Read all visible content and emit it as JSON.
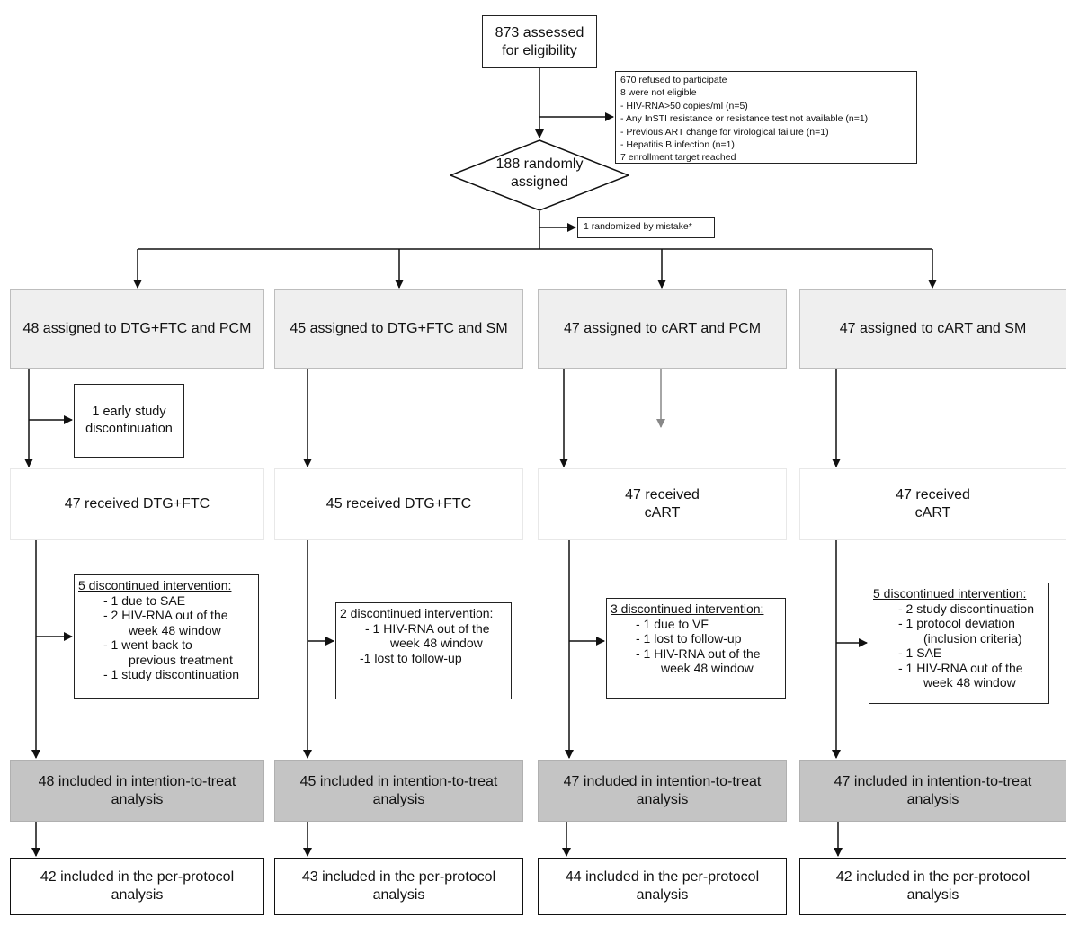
{
  "assessed": {
    "line1": "873 assessed",
    "line2": "for eligibility"
  },
  "excluded": {
    "lines": [
      "670 refused to participate",
      "8 were not eligible",
      "- HIV-RNA>50 copies/ml (n=5)",
      "- Any InSTI resistance or resistance test not available (n=1)",
      "- Previous ART change for virological failure (n=1)",
      "- Hepatitis B infection (n=1)",
      "7 enrollment target reached"
    ]
  },
  "randomized": {
    "line1": "188 randomly",
    "line2": "assigned"
  },
  "mistake": {
    "text": "1 randomized by mistake*"
  },
  "arms": [
    {
      "assigned": "48 assigned to DTG+FTC and PCM",
      "received": [
        "47 received DTG+FTC"
      ],
      "itt": [
        "48 included in intention-to-treat",
        "analysis"
      ],
      "pp": [
        "42 included in the per-protocol",
        "analysis"
      ]
    },
    {
      "assigned": "45 assigned to DTG+FTC and SM",
      "received": [
        "45 received DTG+FTC"
      ],
      "itt": [
        "45 included in intention-to-treat",
        "analysis"
      ],
      "pp": [
        "43 included in the per-protocol",
        "analysis"
      ]
    },
    {
      "assigned": "47 assigned to cART and PCM",
      "received": [
        "47 received",
        "cART"
      ],
      "itt": [
        "47 included in intention-to-treat",
        "analysis"
      ],
      "pp": [
        "44 included in the per-protocol",
        "analysis"
      ]
    },
    {
      "assigned": "47 assigned to cART and SM",
      "received": [
        "47 received",
        "cART"
      ],
      "itt": [
        "47 included in intention-to-treat",
        "analysis"
      ],
      "pp": [
        "42 included in the per-protocol",
        "analysis"
      ]
    }
  ],
  "early_discontinuation": {
    "line1": "1 early study",
    "line2": "discontinuation"
  },
  "discontinued": [
    {
      "heading": "5 discontinued intervention:",
      "items": [
        "- 1 due to SAE",
        "- 2 HIV-RNA out of the",
        "week 48 window",
        "- 1 went back to",
        "previous treatment",
        "- 1 study discontinuation"
      ]
    },
    {
      "heading": "2 discontinued intervention:",
      "items": [
        "- 1 HIV-RNA out of the",
        "week 48 window",
        "-1 lost to follow-up"
      ]
    },
    {
      "heading": "3 discontinued intervention:",
      "items": [
        "- 1 due to VF",
        "- 1 lost to follow-up",
        "- 1 HIV-RNA out of the",
        "week 48 window"
      ]
    },
    {
      "heading": "5 discontinued intervention:",
      "items": [
        "- 2 study discontinuation",
        "- 1 protocol deviation",
        "(inclusion criteria)",
        "- 1 SAE",
        "- 1 HIV-RNA out of the",
        "week 48 window"
      ]
    }
  ]
}
